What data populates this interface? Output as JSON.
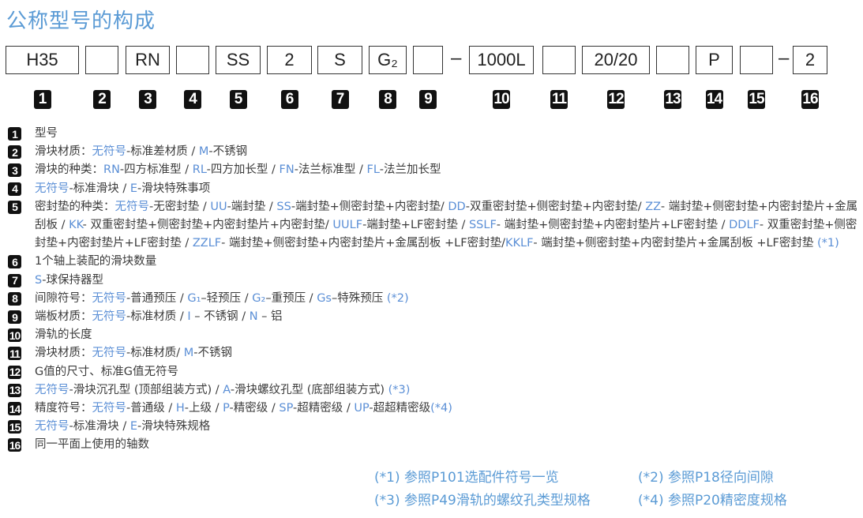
{
  "title": "公称型号的构成",
  "codes": [
    "H35",
    "",
    "RN",
    "",
    "SS",
    "2",
    "S",
    "G₂",
    "",
    "-",
    "1000L",
    "",
    "20/20",
    "",
    "P",
    "",
    "-",
    "2"
  ],
  "numbers": [
    "1",
    "2",
    "3",
    "4",
    "5",
    "6",
    "7",
    "8",
    "9",
    "10",
    "11",
    "12",
    "13",
    "14",
    "15",
    "16"
  ],
  "legend": [
    [
      [
        "型号",
        0
      ]
    ],
    [
      [
        "滑块材质：",
        0
      ],
      [
        "无符号",
        1
      ],
      [
        "-标准差材质 / ",
        0
      ],
      [
        "M",
        1
      ],
      [
        "-不锈钢",
        0
      ]
    ],
    [
      [
        "滑块的种类：",
        0
      ],
      [
        "RN",
        1
      ],
      [
        "-四方标准型 / ",
        0
      ],
      [
        "RL",
        1
      ],
      [
        "-四方加长型 / ",
        0
      ],
      [
        "FN",
        1
      ],
      [
        "-法兰标准型 / ",
        0
      ],
      [
        "FL",
        1
      ],
      [
        "-法兰加长型",
        0
      ]
    ],
    [
      [
        "无符号",
        1
      ],
      [
        "-标准滑块 / ",
        0
      ],
      [
        "E",
        1
      ],
      [
        "-滑块特殊事项",
        0
      ]
    ],
    [
      [
        "密封垫的种类：",
        0
      ],
      [
        "无符号",
        1
      ],
      [
        "-无密封垫 / ",
        0
      ],
      [
        "UU",
        1
      ],
      [
        "-端封垫 / ",
        0
      ],
      [
        "SS",
        1
      ],
      [
        "-端封垫+侧密封垫+内密封垫/ ",
        0
      ],
      [
        "DD",
        1
      ],
      [
        "-双重密封垫+侧密封垫+内密封垫/ ",
        0
      ],
      [
        "ZZ",
        1
      ],
      [
        "- 端封垫+侧密封垫+内密封垫片+金属刮板 / ",
        0
      ],
      [
        "KK",
        1
      ],
      [
        "- 双重密封垫+侧密封垫+内密封垫片+内密封垫/ ",
        0
      ],
      [
        "UULF",
        1
      ],
      [
        "-端封垫+LF密封垫 / ",
        0
      ],
      [
        "SSLF",
        1
      ],
      [
        "- 端封垫+侧密封垫+内密封垫片+LF密封垫 / ",
        0
      ],
      [
        "DDLF",
        1
      ],
      [
        "- 双重密封垫+侧密封垫+内密封垫片+LF密封垫 / ",
        0
      ],
      [
        "ZZLF",
        1
      ],
      [
        "- 端封垫+侧密封垫+内密封垫片+金属刮板 +LF密封垫/",
        0
      ],
      [
        "KKLF",
        1
      ],
      [
        "- 端封垫+侧密封垫+内密封垫片+金属刮板 +LF密封垫 ",
        0
      ],
      [
        "(*1)",
        1
      ]
    ],
    [
      [
        "1个轴上装配的滑块数量",
        0
      ]
    ],
    [
      [
        "S",
        1
      ],
      [
        "-球保持器型",
        0
      ]
    ],
    [
      [
        "间隙符号：",
        0
      ],
      [
        "无符号",
        1
      ],
      [
        "-普通预压 / ",
        0
      ],
      [
        "G₁",
        1
      ],
      [
        "–轻预压 / ",
        0
      ],
      [
        "G₂",
        1
      ],
      [
        "–重预压 / ",
        0
      ],
      [
        "Gs",
        1
      ],
      [
        "–特殊预压 ",
        0
      ],
      [
        "(*2)",
        1
      ]
    ],
    [
      [
        "端板材质：",
        0
      ],
      [
        "无符号",
        1
      ],
      [
        "-标准材质 / ",
        0
      ],
      [
        "I",
        1
      ],
      [
        " – 不锈钢 / ",
        0
      ],
      [
        "N",
        1
      ],
      [
        " – 铝",
        0
      ]
    ],
    [
      [
        "滑轨的长度",
        0
      ]
    ],
    [
      [
        "滑块材质：",
        0
      ],
      [
        "无符号",
        1
      ],
      [
        "-标准材质/ ",
        0
      ],
      [
        "M",
        1
      ],
      [
        "-不锈钢",
        0
      ]
    ],
    [
      [
        "G值的尺寸、标准G值无符号",
        0
      ]
    ],
    [
      [
        "无符号",
        1
      ],
      [
        "-滑块沉孔型 (顶部组装方式) / ",
        0
      ],
      [
        "A",
        1
      ],
      [
        "-滑块螺纹孔型 (底部组装方式) ",
        0
      ],
      [
        "(*3)",
        1
      ]
    ],
    [
      [
        "精度符号：",
        0
      ],
      [
        "无符号",
        1
      ],
      [
        "-普通级 / ",
        0
      ],
      [
        "H",
        1
      ],
      [
        "-上级 / ",
        0
      ],
      [
        "P",
        1
      ],
      [
        "-精密级 / ",
        0
      ],
      [
        "SP",
        1
      ],
      [
        "-超精密级 / ",
        0
      ],
      [
        "UP",
        1
      ],
      [
        "-超超精密级",
        0
      ],
      [
        "(*4)",
        1
      ]
    ],
    [
      [
        "无符号",
        1
      ],
      [
        "-标准滑块 / ",
        0
      ],
      [
        "E",
        1
      ],
      [
        "-滑块特殊规格",
        0
      ]
    ],
    [
      [
        "同一平面上使用的轴数",
        0
      ]
    ]
  ],
  "footnotes": [
    "(*1) 参照P101选配件符号一览",
    "(*2) 参照P18径向间隙",
    "(*3) 参照P49滑轨的螺纹孔类型规格",
    "(*4) 参照P20精密度规格"
  ]
}
